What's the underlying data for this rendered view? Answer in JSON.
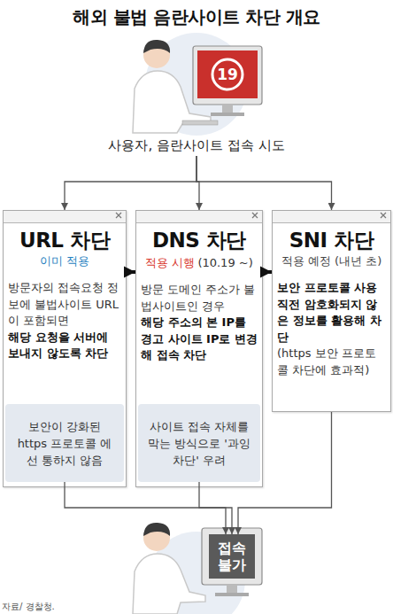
{
  "diagram": {
    "title": "해외 불법 음란사이트 차단 개요",
    "nodes": [
      {
        "text": [
          "사용자, 음란사이트 접속 시도"
        ]
      },
      {
        "text": [
          "URL 차단",
          "이미 적용",
          "방문자의 접속요청 정보에 불법사이트 URL이 포함되면",
          "해당 요청을 서버에 보내지 않도록 차단"
        ]
      },
      {
        "text": [
          "보안이 강화된 https 프로토콜 에선 통하지 않음"
        ],
        "in": 1
      },
      {
        "text": [
          "DNS 차단",
          "적용 시행",
          "(10.19 ~)",
          "방문 도메인 주소가 불법사이트인 경우",
          "해당 주소의 본 IP를 경고 사이트 IP로 변경해 접속 차단"
        ]
      },
      {
        "text": [
          "사이트 접속 자체를 막는 방식으로 '과잉 차단' 우려"
        ],
        "in": 3
      },
      {
        "text": [
          "SNI 차단",
          "적용 예정 (내년 초)",
          "보안 프로토콜 사용 직전 암호화되지 않은 정보를 활용해 차단",
          "(https 보안 프로토콜 차단에 효과적)"
        ]
      },
      {
        "text": [
          "접속 불가"
        ]
      }
    ],
    "edges": [
      {
        "from": 0,
        "to": 1,
        "arrow": "to"
      },
      {
        "from": 0,
        "to": 3,
        "arrow": "to"
      },
      {
        "from": 0,
        "to": 5,
        "arrow": "to"
      },
      {
        "from": 1,
        "to": 3,
        "arrow": "to"
      },
      {
        "from": 3,
        "to": 5,
        "arrow": "to"
      },
      {
        "from": 2,
        "to": 6,
        "arrow": "to"
      },
      {
        "from": 4,
        "to": 6,
        "arrow": "to"
      },
      {
        "from": 5,
        "to": 6,
        "arrow": "to"
      }
    ],
    "labels": [
      "19",
      "자료/ 경찰청."
    ]
  }
}
